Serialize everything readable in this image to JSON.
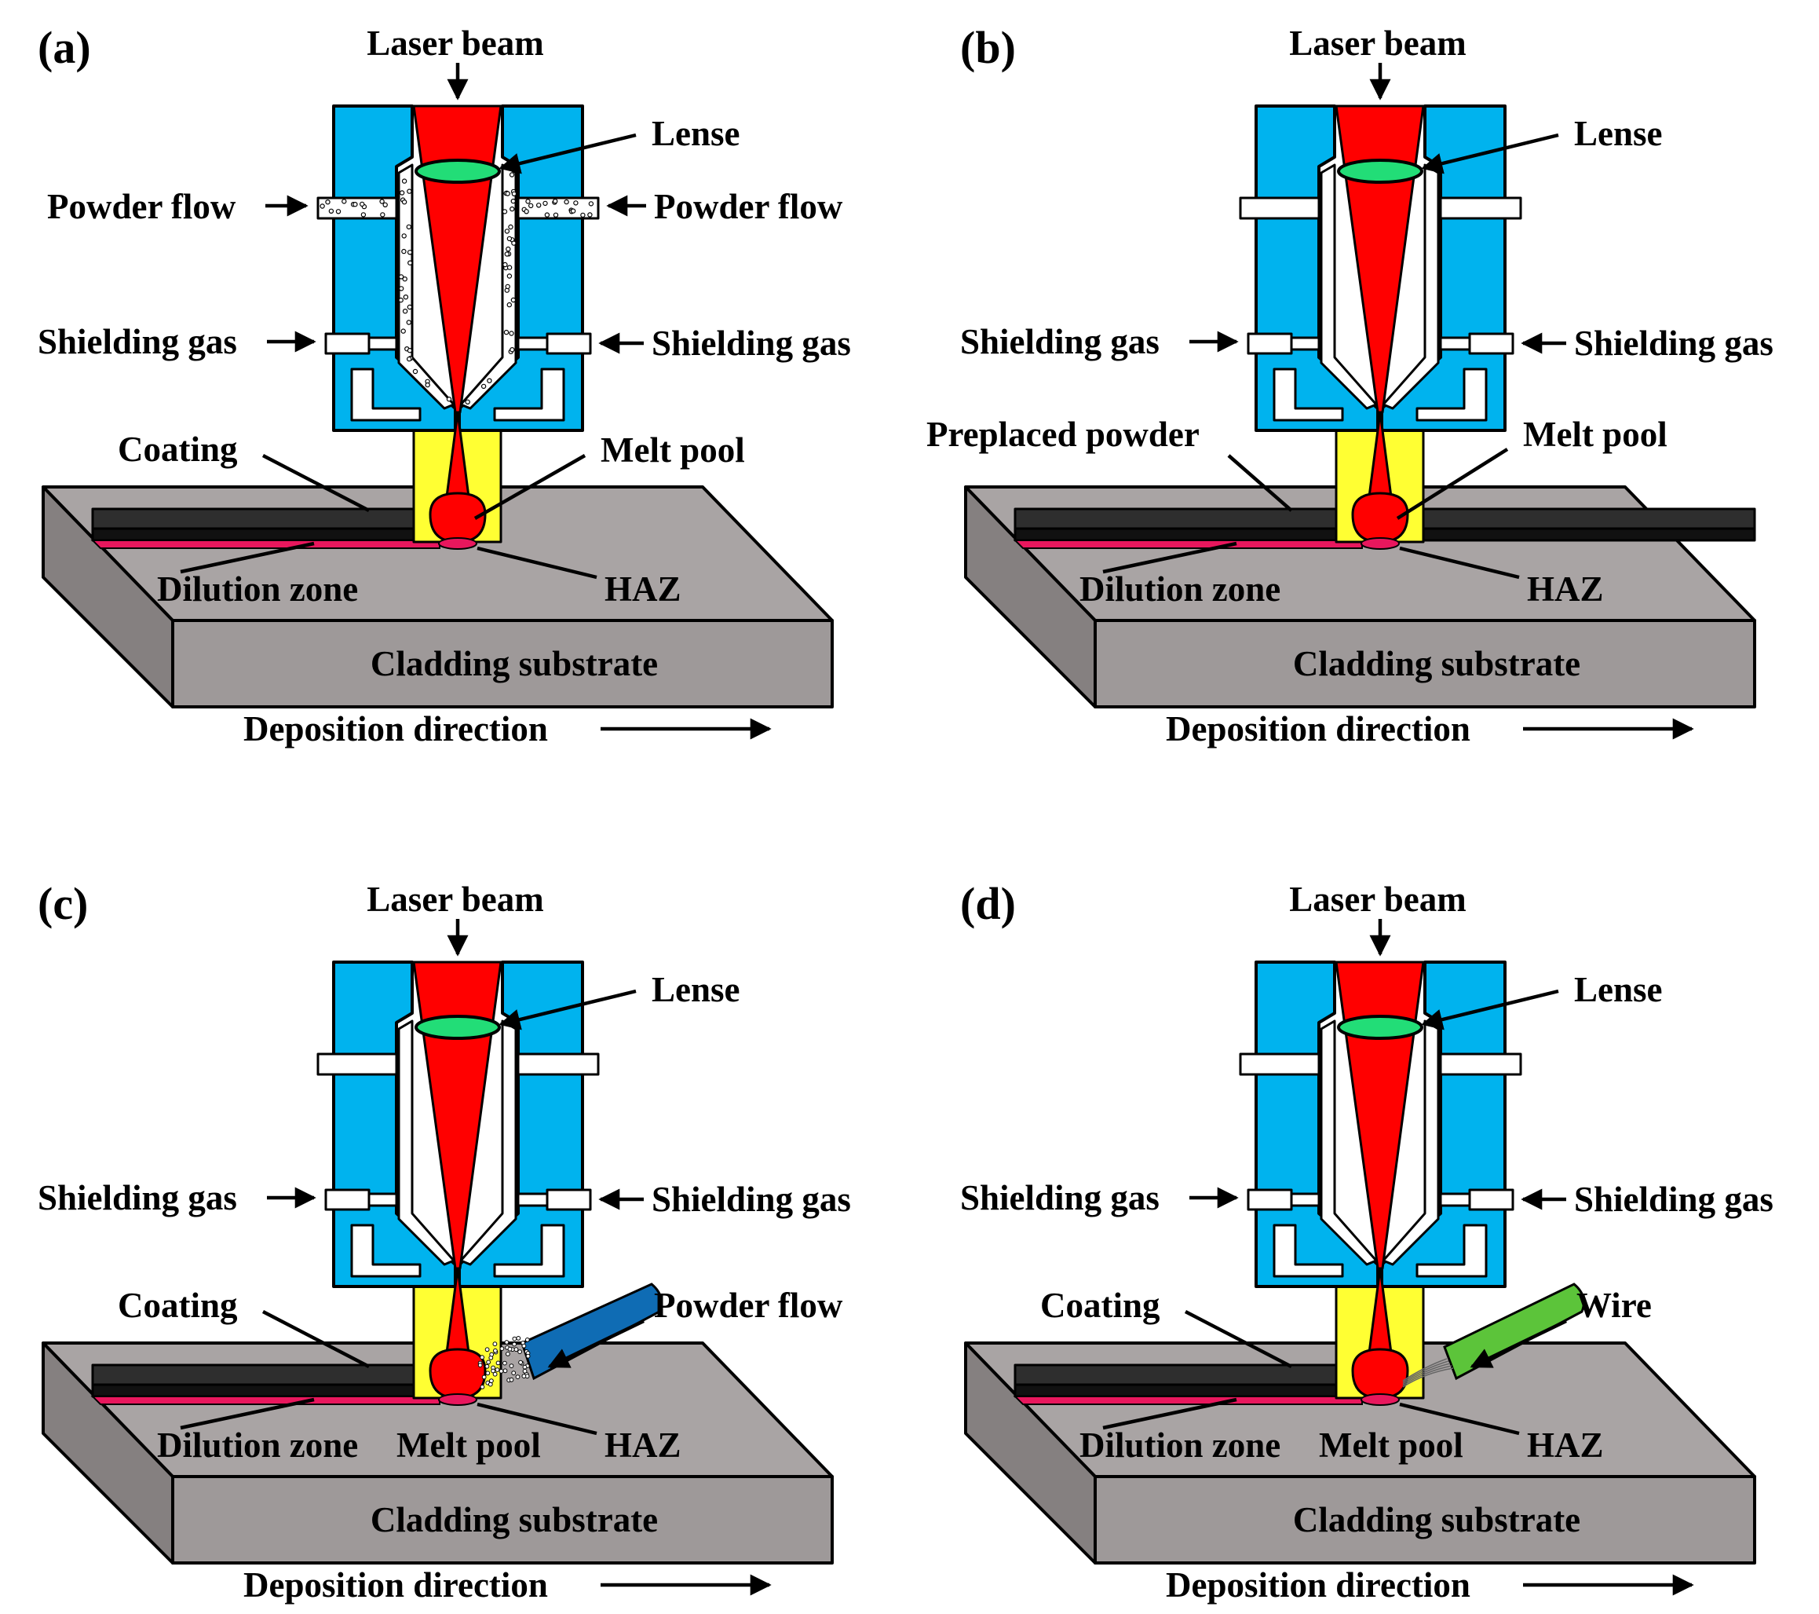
{
  "colors": {
    "nozzle": "#00b3ee",
    "laser": "#ff0000",
    "lens": "#22dd77",
    "shield_zone": "#ffff33",
    "substrate_top": "#a9a4a4",
    "substrate_front": "#9e9999",
    "substrate_side": "#858080",
    "coating": "#2e2e2e",
    "dilution": "#e8175d",
    "powder_tube": "#0f6cb4",
    "wire": "#5cc43a",
    "channel": "#ffffff"
  },
  "icons": {
    "down_arrow": "arrow-down-icon",
    "right_arrow": "arrow-right-icon",
    "powder": "powder-particles-icon",
    "wire_feed": "wire-feed-icon"
  },
  "panels": [
    {
      "label": "(a)",
      "laser_beam": "Laser beam",
      "lense": "Lense",
      "powder_flow_left": "Powder flow",
      "powder_flow_right": "Powder flow",
      "shielding_gas_left": "Shielding gas",
      "shielding_gas_right": "Shielding gas",
      "coating": "Coating",
      "melt_pool": "Melt pool",
      "dilution_zone": "Dilution zone",
      "haz": "HAZ",
      "substrate": "Cladding substrate",
      "direction": "Deposition direction"
    },
    {
      "label": "(b)",
      "laser_beam": "Laser beam",
      "lense": "Lense",
      "shielding_gas_left": "Shielding gas",
      "shielding_gas_right": "Shielding gas",
      "preplaced_powder": "Preplaced powder",
      "melt_pool": "Melt pool",
      "dilution_zone": "Dilution zone",
      "haz": "HAZ",
      "substrate": "Cladding substrate",
      "direction": "Deposition direction"
    },
    {
      "label": "(c)",
      "laser_beam": "Laser beam",
      "lense": "Lense",
      "shielding_gas_left": "Shielding gas",
      "shielding_gas_right": "Shielding gas",
      "coating": "Coating",
      "powder_flow": "Powder flow",
      "dilution_zone": "Dilution zone",
      "melt_pool": "Melt pool",
      "haz": "HAZ",
      "substrate": "Cladding substrate",
      "direction": "Deposition direction"
    },
    {
      "label": "(d)",
      "laser_beam": "Laser beam",
      "lense": "Lense",
      "shielding_gas_left": "Shielding gas",
      "shielding_gas_right": "Shielding gas",
      "coating": "Coating",
      "wire": "Wire",
      "dilution_zone": "Dilution zone",
      "melt_pool": "Melt pool",
      "haz": "HAZ",
      "substrate": "Cladding substrate",
      "direction": "Deposition direction"
    }
  ]
}
